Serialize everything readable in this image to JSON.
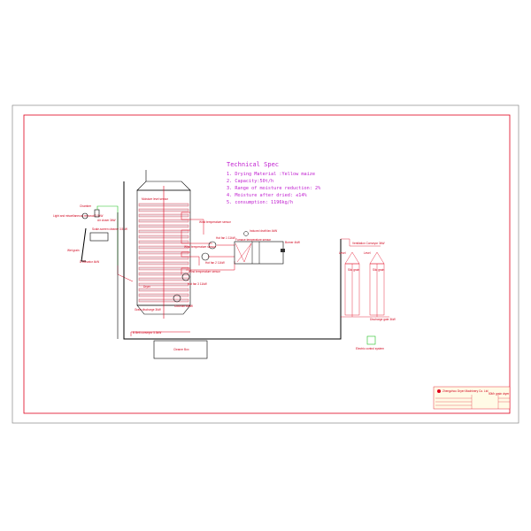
{
  "spec": {
    "title": "Technical Spec",
    "lines": [
      "1. Drying Material :Yellow maize",
      "2. Capacity:50t/h",
      "3. Range of moisture reduction: 2%",
      "4. Moisture after dried: ≤14%",
      "5. consumption: 1196kg/h"
    ]
  },
  "labels": {
    "chamber": "Chamber",
    "light_impurities": "Light and miscellaneous removal 3.5kW",
    "closer": "Air closer 3kW",
    "cleaner": "Scale-screen cleaner 3.5kW",
    "wet_grain": "Wet grain",
    "elevator": "D Elevator 4kW",
    "moisture_sensor": "Moisture level sensor",
    "wind_temp_1": "Wind temperature sensor",
    "wind_temp_2": "Wind temperature sensor",
    "wind_temp_3": "Wind temperature sensor",
    "hot_fan_1": "Hot fan 1 11kW",
    "hot_fan_2": "Hot fan 2 11kW",
    "hot_fan_3": "Hot fan 3 11kW",
    "induced_fan": "Induced draft fan 4kW",
    "furnace_sensor": "Furnace temperature sensor",
    "burner": "Burner 4kW",
    "dryer": "Dryer",
    "discharge": "Grain discharge 3kW",
    "cold_fan": "Cold fan 45kW",
    "belt_conveyor": "B Belt conveyor 5.5kW",
    "cleaner_box": "Cleaner Box",
    "silo_conveyor": "Ventilation Conveyor 3kW",
    "level_1": "Level",
    "level_2": "Level",
    "silo_label_1": "Silo grain",
    "silo_label_2": "Silo grain",
    "outlet": "Discharge gate 3kW",
    "control": "Electric control system"
  },
  "title_block": {
    "company": "Zhengzhou Dryer Machinery Co. Ltd",
    "drawing": "50t/h grain dryer"
  },
  "colors": {
    "frame": "#e0001b",
    "spec": "#c020d0",
    "pipe": "#20c020",
    "line": "#000000"
  }
}
